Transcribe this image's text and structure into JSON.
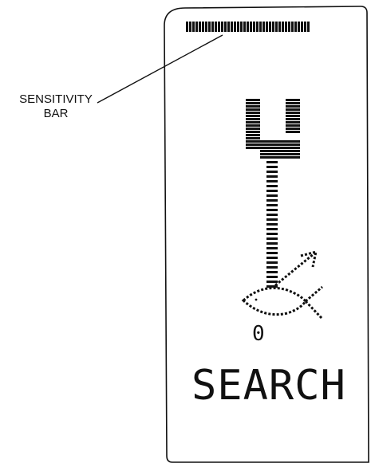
{
  "callout": {
    "line1": "SENSITIVITY",
    "line2": "BAR"
  },
  "display": {
    "depth_digit": "0",
    "mode": "SEARCH"
  },
  "icons": [
    "sensitivity-bar-icon",
    "signal-column-icon",
    "fish-icon",
    "fish-arrow-icon"
  ],
  "colors": {
    "ink": "#111111",
    "background": "#ffffff"
  }
}
